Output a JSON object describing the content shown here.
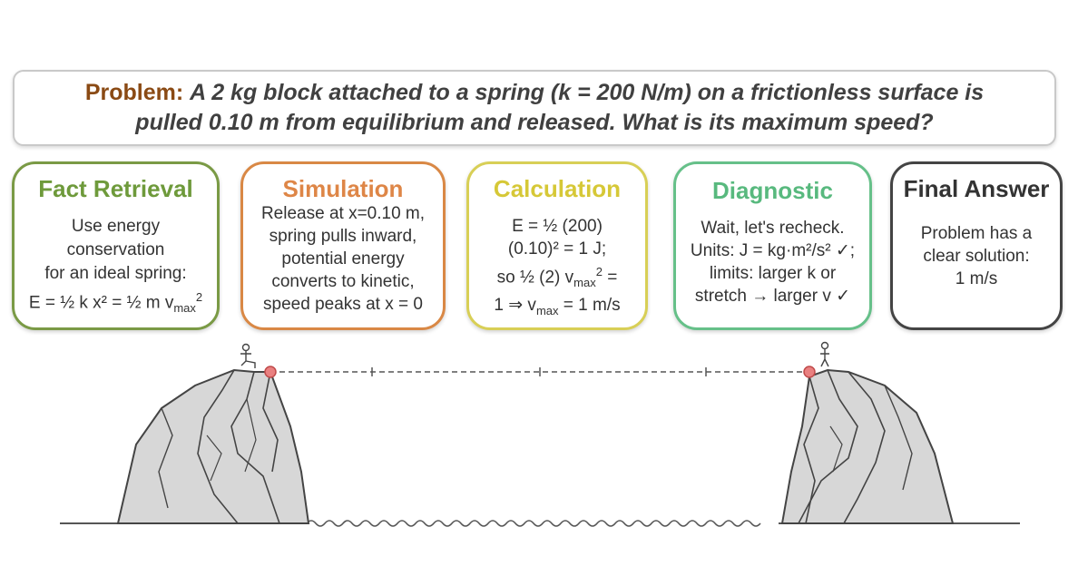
{
  "problem": {
    "label": "Problem:",
    "text": "A 2 kg block attached to a spring (k = 200 N/m) on a frictionless surface is pulled 0.10 m from equilibrium and released. What is its maximum speed?"
  },
  "steps": {
    "fact": {
      "title": "Fact Retrieval",
      "color": "#6e9a3b",
      "line1": "Use energy",
      "line2": "conservation",
      "line3": "for an ideal spring:",
      "line4_a": "E = ½ k x² = ½ m v",
      "line4_sub": "max",
      "line4_sup": "2"
    },
    "sim": {
      "title": "Simulation",
      "color": "#de8647",
      "line1": "Release at x=0.10 m,",
      "line2": "spring pulls inward,",
      "line3": "potential energy",
      "line4": "converts to kinetic,",
      "line5": "speed peaks at x = 0"
    },
    "calc": {
      "title": "Calculation",
      "color": "#d6c837",
      "line1": "E = ½ (200)",
      "line2": "(0.10)² = 1 J;",
      "line3_a": "so ½ (2) v",
      "line3_sub": "max",
      "line3_sup": "2",
      "line3_b": " =",
      "line4_a": "1 ⇒ v",
      "line4_sub": "max",
      "line4_b": " = 1 m/s"
    },
    "diag": {
      "title": "Diagnostic",
      "color": "#58b97e",
      "line1": "Wait, let's recheck.",
      "line2": "Units: J = kg·m²/s² ✓;",
      "line3": "limits: larger k or",
      "line4": "stretch → larger v ✓"
    },
    "final": {
      "title": "Final Answer",
      "color": "#333333",
      "line1": "Problem has a",
      "line2": "clear solution:",
      "line3": "1 m/s"
    }
  },
  "scene": {
    "left_figure_icon": "person-balancing-icon",
    "right_figure_icon": "person-standing-icon",
    "marker_color": "#e98080",
    "rope_style": "dashed",
    "water_style": "wavy"
  }
}
